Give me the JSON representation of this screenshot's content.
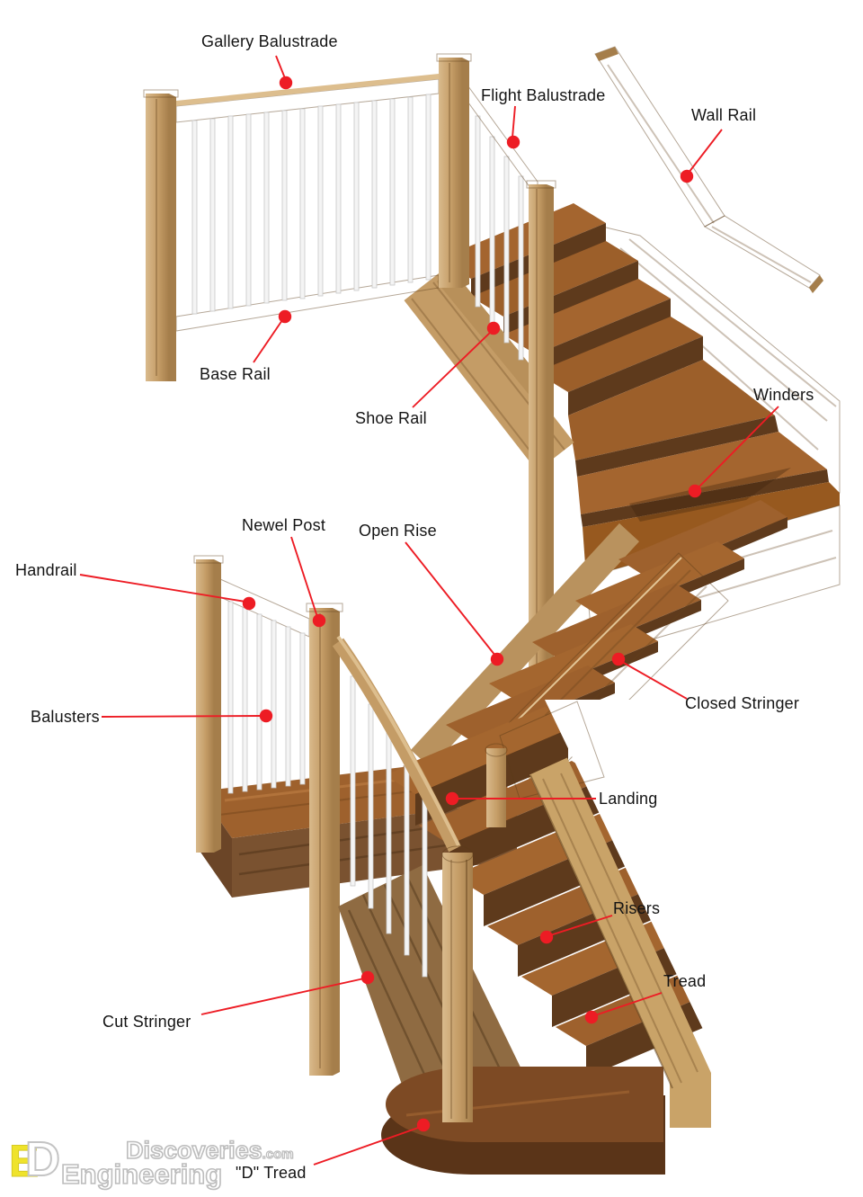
{
  "diagram": {
    "type": "labeled-parts-diagram",
    "subject": "staircase components",
    "background": "#FFFFFF"
  },
  "labels": [
    {
      "id": "gallery-balustrade",
      "text": "Gallery Balustrade"
    },
    {
      "id": "flight-balustrade",
      "text": "Flight Balustrade"
    },
    {
      "id": "wall-rail",
      "text": "Wall Rail"
    },
    {
      "id": "base-rail",
      "text": "Base Rail"
    },
    {
      "id": "shoe-rail",
      "text": "Shoe Rail"
    },
    {
      "id": "winders",
      "text": "Winders"
    },
    {
      "id": "newel-post",
      "text": "Newel Post"
    },
    {
      "id": "open-rise",
      "text": "Open Rise"
    },
    {
      "id": "handrail",
      "text": "Handrail"
    },
    {
      "id": "balusters",
      "text": "Balusters"
    },
    {
      "id": "closed-stringer",
      "text": "Closed Stringer"
    },
    {
      "id": "landing",
      "text": "Landing"
    },
    {
      "id": "risers",
      "text": "Risers"
    },
    {
      "id": "tread",
      "text": "Tread"
    },
    {
      "id": "cut-stringer",
      "text": "Cut Stringer"
    },
    {
      "id": "d-tread",
      "text": "\"D\" Tread"
    }
  ],
  "watermark": {
    "logo_letter_e": "E",
    "logo_letter_d": "D",
    "line1": "Discoveries",
    "line1_suffix": ".com",
    "line2": "Engineering"
  },
  "colors": {
    "marker_red": "#ED1C24",
    "label_text": "#141414",
    "wood_light": "#D6B383",
    "wood_mid": "#C49C66",
    "wood_dark": "#A57E4B",
    "tread_brown": "#9E612D",
    "riser_shadow": "#5E3A1C",
    "baluster_white": "#F4F4F4",
    "watermark_gray": "#BDBDBD",
    "logo_yellow": "#EFE32B"
  }
}
